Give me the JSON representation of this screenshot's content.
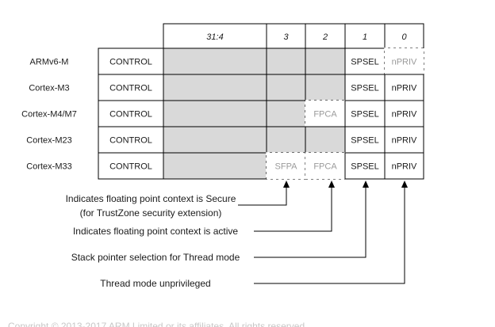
{
  "header": {
    "bits": [
      "31:4",
      "3",
      "2",
      "1",
      "0"
    ]
  },
  "rows": [
    {
      "processor": "ARMv6-M",
      "register": "CONTROL",
      "cells": [
        {
          "text": "",
          "style": "shaded"
        },
        {
          "text": "",
          "style": "shaded"
        },
        {
          "text": "",
          "style": "shaded"
        },
        {
          "text": "SPSEL",
          "style": "normal"
        },
        {
          "text": "nPRIV",
          "style": "dashed"
        }
      ]
    },
    {
      "processor": "Cortex-M3",
      "register": "CONTROL",
      "cells": [
        {
          "text": "",
          "style": "shaded"
        },
        {
          "text": "",
          "style": "shaded"
        },
        {
          "text": "",
          "style": "shaded"
        },
        {
          "text": "SPSEL",
          "style": "normal"
        },
        {
          "text": "nPRIV",
          "style": "normal"
        }
      ]
    },
    {
      "processor": "Cortex-M4/M7",
      "register": "CONTROL",
      "cells": [
        {
          "text": "",
          "style": "shaded"
        },
        {
          "text": "",
          "style": "shaded"
        },
        {
          "text": "FPCA",
          "style": "dashed"
        },
        {
          "text": "SPSEL",
          "style": "normal"
        },
        {
          "text": "nPRIV",
          "style": "normal"
        }
      ]
    },
    {
      "processor": "Cortex-M23",
      "register": "CONTROL",
      "cells": [
        {
          "text": "",
          "style": "shaded"
        },
        {
          "text": "",
          "style": "shaded"
        },
        {
          "text": "",
          "style": "shaded"
        },
        {
          "text": "SPSEL",
          "style": "normal"
        },
        {
          "text": "nPRIV",
          "style": "normal"
        }
      ]
    },
    {
      "processor": "Cortex-M33",
      "register": "CONTROL",
      "cells": [
        {
          "text": "",
          "style": "shaded"
        },
        {
          "text": "SFPA",
          "style": "dashed"
        },
        {
          "text": "FPCA",
          "style": "dashed"
        },
        {
          "text": "SPSEL",
          "style": "normal"
        },
        {
          "text": "nPRIV",
          "style": "normal"
        }
      ]
    }
  ],
  "annotations": [
    {
      "lines": [
        "Indicates floating point context is Secure",
        "(for TrustZone security extension)"
      ],
      "bit": "3"
    },
    {
      "lines": [
        "Indicates floating point context is active"
      ],
      "bit": "2"
    },
    {
      "lines": [
        "Stack pointer selection for Thread mode"
      ],
      "bit": "1"
    },
    {
      "lines": [
        "Thread mode unprivileged"
      ],
      "bit": "0"
    }
  ],
  "copyright": "Copyright © 2013-2017 ARM Limited or its affiliates. All rights reserved.",
  "colors": {
    "border": "#000000",
    "shade": "#d9d9d9",
    "dashed_text": "#9a9a9a",
    "dashed_border": "#ffffff",
    "text": "#1a1a1a",
    "copyright": "#c8c8c8"
  }
}
